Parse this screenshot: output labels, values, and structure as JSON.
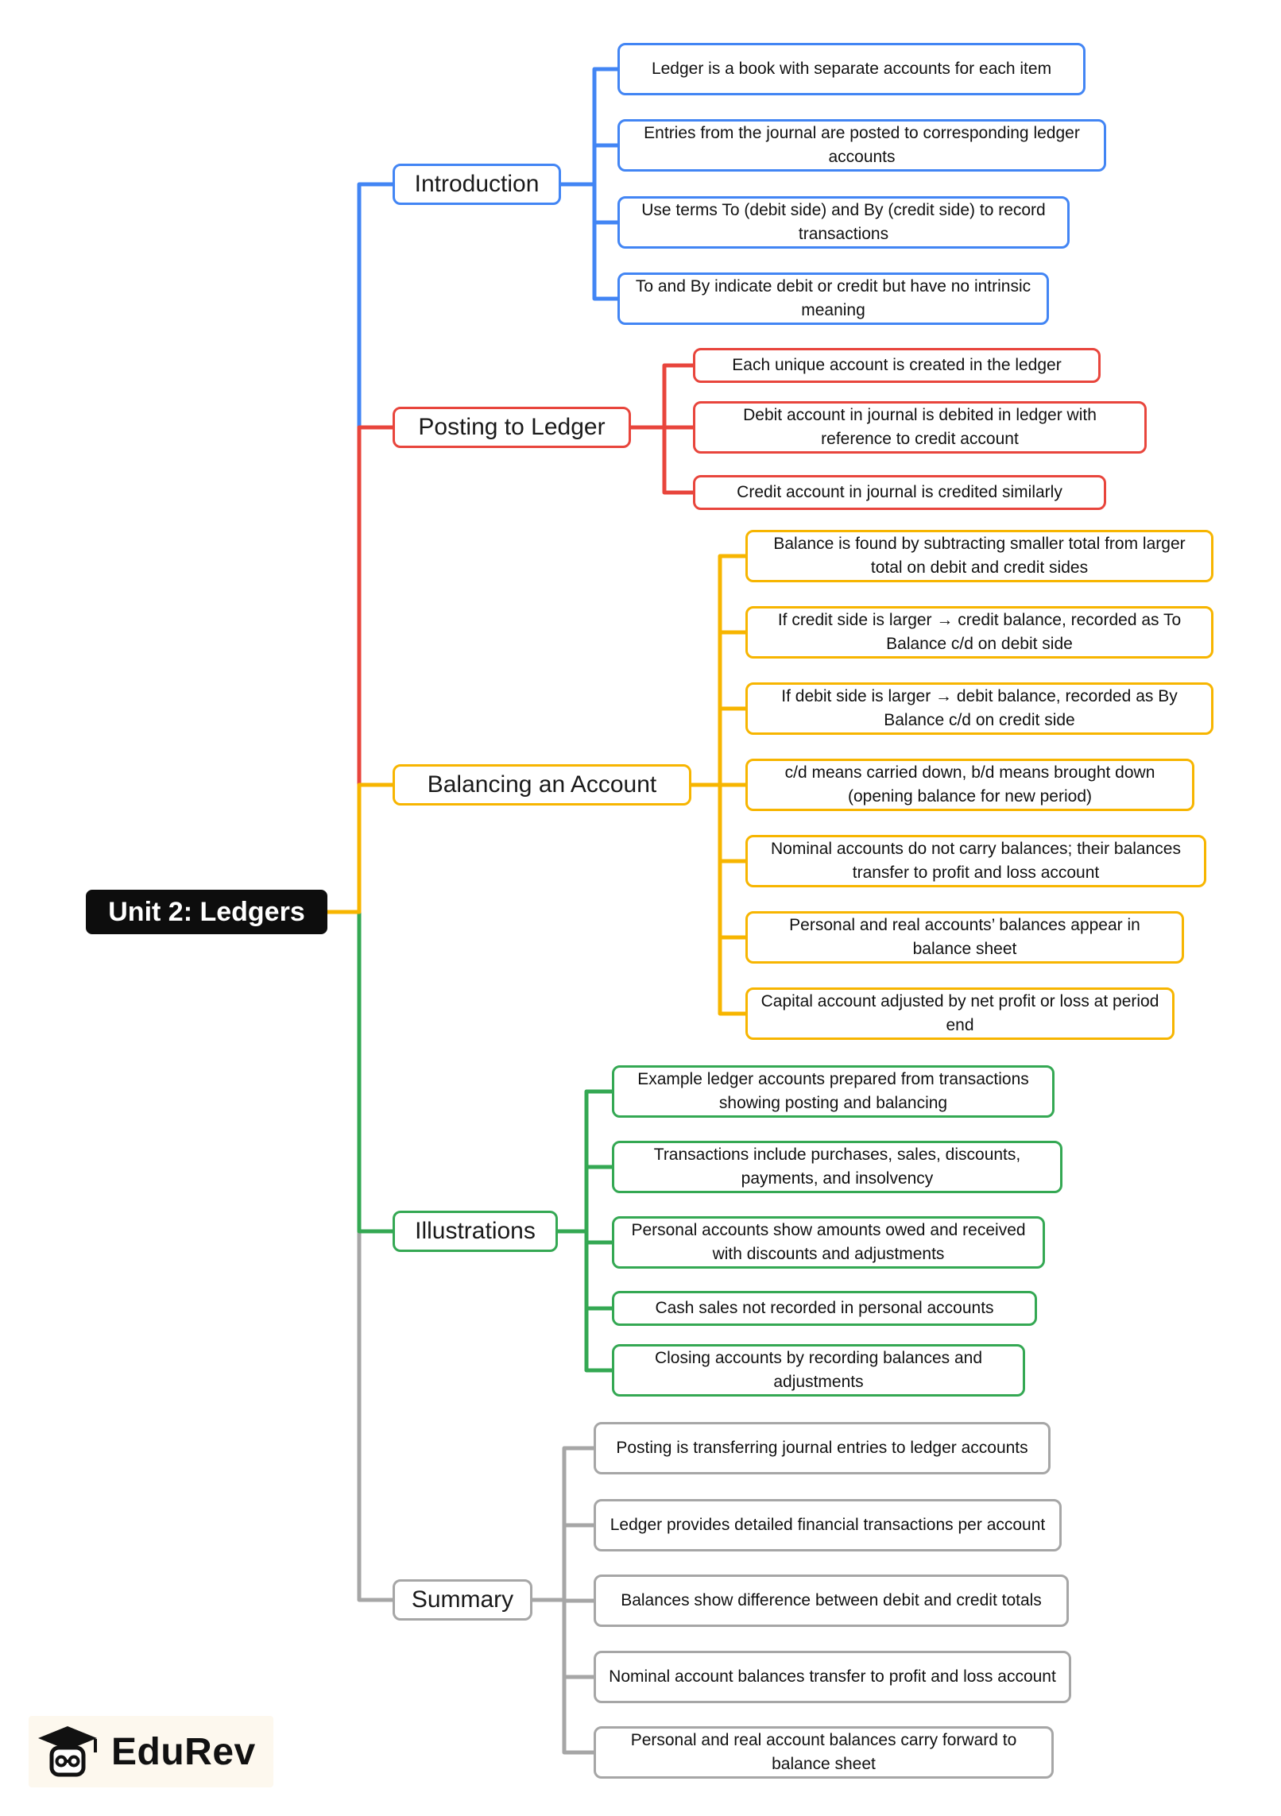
{
  "root": {
    "label": "Unit 2: Ledgers"
  },
  "branches": [
    {
      "label": "Introduction",
      "color": "#4285f4",
      "leaves": [
        "Ledger is a book with separate accounts for each item",
        "Entries from the journal are posted to corresponding ledger accounts",
        "Use terms To (debit side) and By (credit side) to record transactions",
        "To and By indicate debit or credit but have no intrinsic meaning"
      ]
    },
    {
      "label": "Posting to Ledger",
      "color": "#e8453c",
      "leaves": [
        "Each unique account is created in the ledger",
        "Debit account in journal is debited in ledger with reference to credit account",
        "Credit account in journal is credited similarly"
      ]
    },
    {
      "label": "Balancing an Account",
      "color": "#f7b500",
      "leaves": [
        "Balance is found by subtracting smaller total from larger total on debit and credit sides",
        "If credit side is larger → credit balance, recorded as To Balance c/d on debit side",
        "If debit side is larger → debit balance, recorded as By Balance c/d on credit side",
        "c/d means carried down, b/d means brought down (opening balance for new period)",
        "Nominal accounts do not carry balances; their balances transfer to profit and loss account",
        "Personal and real accounts’ balances appear in balance sheet",
        "Capital account adjusted by net profit or loss at period end"
      ]
    },
    {
      "label": "Illustrations",
      "color": "#34a853",
      "leaves": [
        "Example ledger accounts prepared from transactions showing posting and balancing",
        "Transactions include purchases, sales, discounts, payments, and insolvency",
        "Personal accounts show amounts owed and received with discounts and adjustments",
        "Cash sales not recorded in personal accounts",
        "Closing accounts by recording balances and adjustments"
      ]
    },
    {
      "label": "Summary",
      "color": "#a6a6a6",
      "leaves": [
        "Posting is transferring journal entries to ledger accounts",
        "Ledger provides detailed financial transactions per account",
        "Balances show difference between debit and credit totals",
        "Nominal account balances transfer to profit and loss account",
        "Personal and real account balances carry forward to balance sheet"
      ]
    }
  ],
  "logo": {
    "brand": "EduRev"
  }
}
